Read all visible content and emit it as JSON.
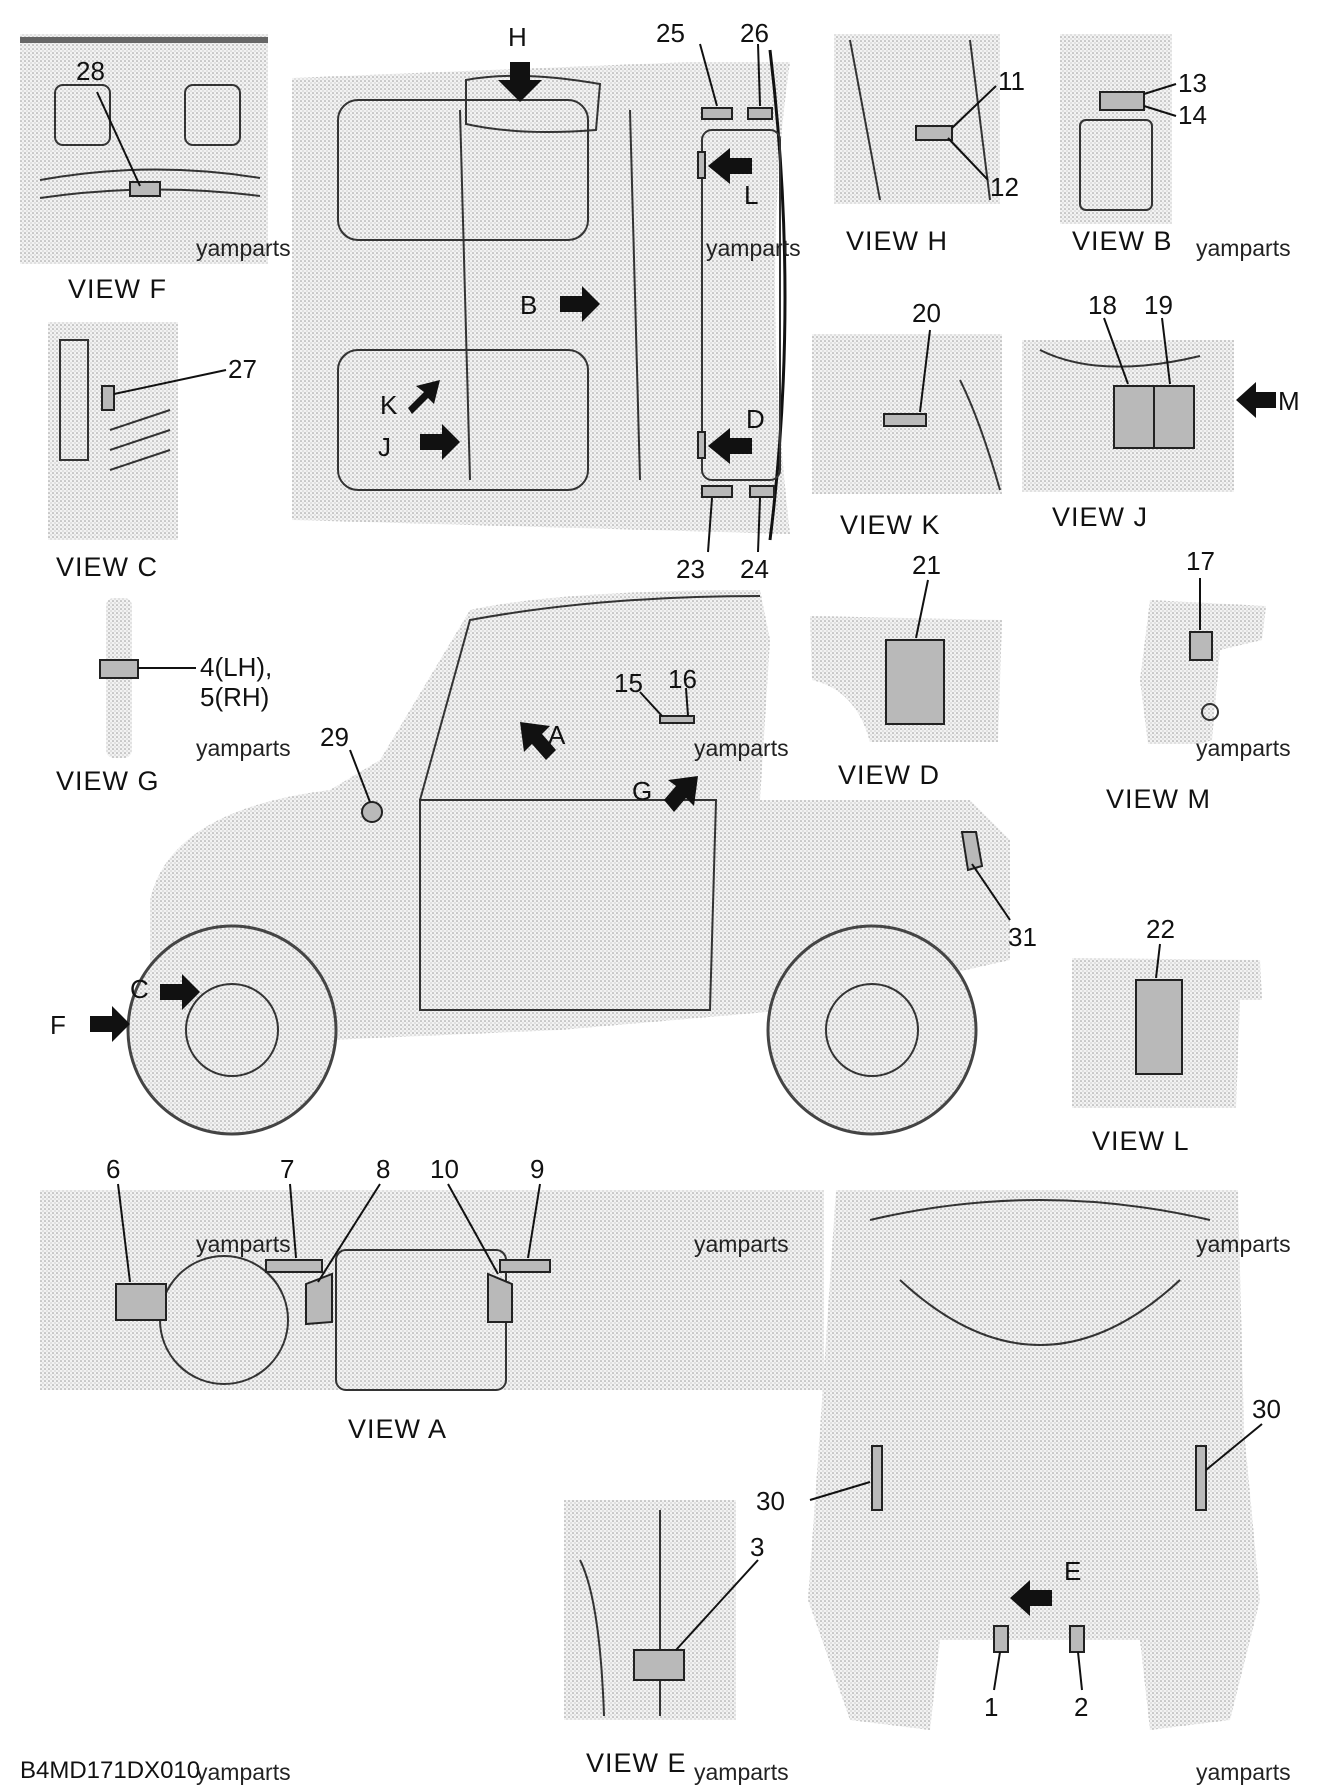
{
  "views": {
    "F": "VIEW F",
    "H": "VIEW H",
    "B": "VIEW B",
    "C": "VIEW C",
    "K": "VIEW K",
    "J": "VIEW J",
    "G": "VIEW G",
    "D": "VIEW D",
    "M": "VIEW M",
    "L": "VIEW L",
    "A": "VIEW A",
    "E": "VIEW E"
  },
  "watermark": "yamparts",
  "diagram_code": "B4MD171DX010",
  "parts": {
    "p1": "1",
    "p2": "2",
    "p3": "3",
    "p4": "4(LH),",
    "p5": "5(RH)",
    "p6": "6",
    "p7": "7",
    "p8": "8",
    "p9": "9",
    "p10": "10",
    "p11": "11",
    "p12": "12",
    "p13": "13",
    "p14": "14",
    "p15": "15",
    "p16": "16",
    "p17": "17",
    "p18": "18",
    "p19": "19",
    "p20": "20",
    "p21": "21",
    "p22": "22",
    "p23": "23",
    "p24": "24",
    "p25": "25",
    "p26": "26",
    "p27": "27",
    "p28": "28",
    "p29": "29",
    "p30": "30",
    "p31": "31"
  },
  "arrows": {
    "A": "A",
    "B": "B",
    "C": "C",
    "D": "D",
    "E": "E",
    "F": "F",
    "G": "G",
    "H": "H",
    "J": "J",
    "K": "K",
    "L": "L",
    "M": "M"
  }
}
